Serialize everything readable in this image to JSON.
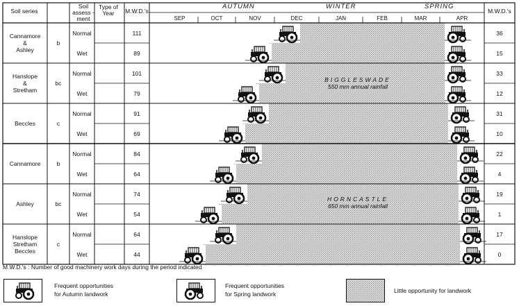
{
  "header": {
    "soil_series": "Soil series",
    "soil_assessment": "Soil assess -ment",
    "type_of_year": "Type of Year",
    "mwd": "M.W.D.'s",
    "mwd_right": "M.W.D.'s"
  },
  "seasons": {
    "autumn": "AUTUMN",
    "winter": "WINTER",
    "spring": "SPRING"
  },
  "months": [
    "SEP",
    "OCT",
    "NOV",
    "DEC",
    "JAN",
    "FEB",
    "MAR",
    "APR"
  ],
  "groups": [
    {
      "series": "Cannamore\n&\nAshley",
      "assess": "b",
      "rows": [
        {
          "type": "Normal",
          "autumn": "111",
          "spring": "36"
        },
        {
          "type": "Wet",
          "autumn": "89",
          "spring": "15"
        }
      ]
    },
    {
      "series": "Hanslope\n&\nStretham",
      "assess": "bc",
      "rows": [
        {
          "type": "Normal",
          "autumn": "101",
          "spring": "33"
        },
        {
          "type": "Wet",
          "autumn": "79",
          "spring": "12"
        }
      ]
    },
    {
      "series": "Beccles",
      "assess": "c",
      "rows": [
        {
          "type": "Normal",
          "autumn": "91",
          "spring": "31"
        },
        {
          "type": "Wet",
          "autumn": "69",
          "spring": "10"
        }
      ]
    },
    {
      "series": "Cannamore",
      "assess": "b",
      "rows": [
        {
          "type": "Normal",
          "autumn": "84",
          "spring": "22"
        },
        {
          "type": "Wet",
          "autumn": "64",
          "spring": "4"
        }
      ]
    },
    {
      "series": "Ashley",
      "assess": "bc",
      "rows": [
        {
          "type": "Normal",
          "autumn": "74",
          "spring": "19"
        },
        {
          "type": "Wet",
          "autumn": "54",
          "spring": "1"
        }
      ]
    },
    {
      "series": "Hanslope\nStretham\nBeccles",
      "assess": "c",
      "rows": [
        {
          "type": "Normal",
          "autumn": "64",
          "spring": "17"
        },
        {
          "type": "Wet",
          "autumn": "44",
          "spring": "0"
        }
      ]
    }
  ],
  "locations": [
    {
      "name": "BIGGLESWADE",
      "rainfall": "550 mm annual rainfall"
    },
    {
      "name": "HORNCASTLE",
      "rainfall": "650 mm annual rainfall"
    }
  ],
  "footnote": "M.W.D.'s : Number of good machinery work days during the period indicated",
  "legend": {
    "autumn": "Frequent opportunities\nfor Autumn landwork",
    "spring": "Frequent opportunities\nfor Spring landwork",
    "little": "Little opportunity for landwork"
  },
  "colors": {
    "shading": "#c9c9c9",
    "line": "#111111"
  }
}
